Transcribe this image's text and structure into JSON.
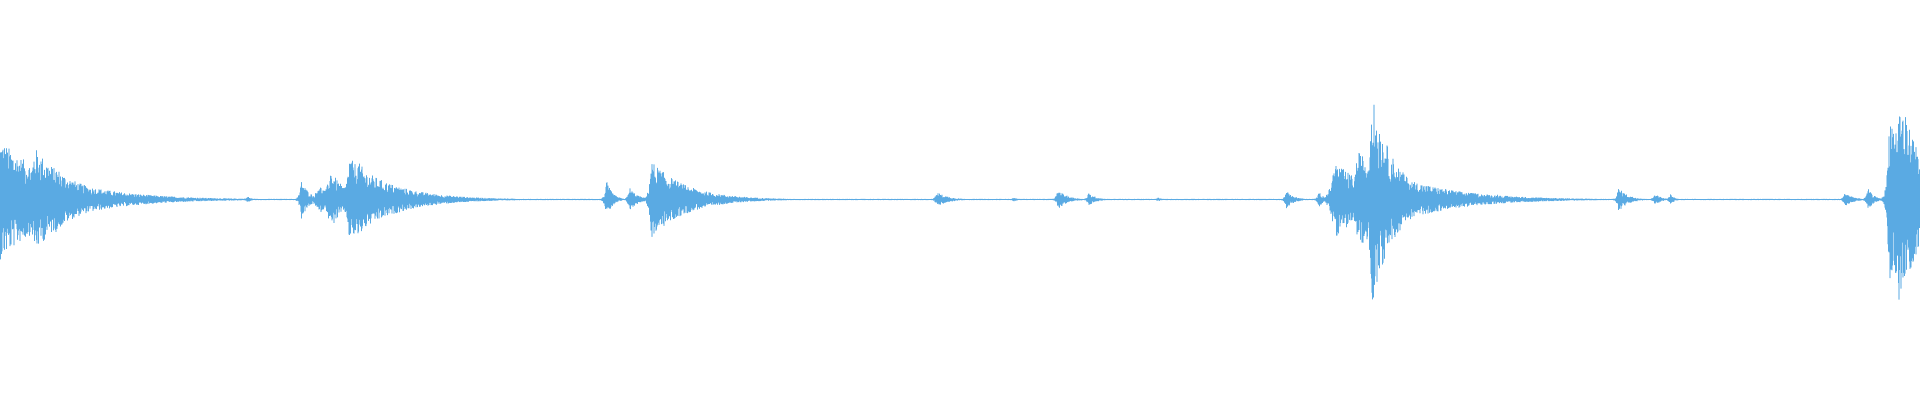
{
  "waveform": {
    "color": "#5aaae3",
    "background": "#ffffff",
    "baseline_amplitude": 0.006,
    "bursts": [
      {
        "t": 0.0,
        "peak": 0.55,
        "decay": 0.03,
        "rise": 0.002
      },
      {
        "t": 0.018,
        "peak": 0.48,
        "decay": 0.02,
        "rise": 0.003
      },
      {
        "t": 0.029,
        "peak": 0.3,
        "decay": 0.015,
        "rise": 0.002
      },
      {
        "t": 0.057,
        "peak": 0.06,
        "decay": 0.002,
        "rise": 0.001
      },
      {
        "t": 0.129,
        "peak": 0.03,
        "decay": 0.002,
        "rise": 0.001
      },
      {
        "t": 0.157,
        "peak": 0.18,
        "decay": 0.004,
        "rise": 0.001
      },
      {
        "t": 0.166,
        "peak": 0.14,
        "decay": 0.006,
        "rise": 0.002
      },
      {
        "t": 0.172,
        "peak": 0.28,
        "decay": 0.008,
        "rise": 0.002
      },
      {
        "t": 0.182,
        "peak": 0.38,
        "decay": 0.022,
        "rise": 0.002
      },
      {
        "t": 0.186,
        "peak": 0.36,
        "decay": 0.014,
        "rise": 0.002
      },
      {
        "t": 0.316,
        "peak": 0.17,
        "decay": 0.003,
        "rise": 0.001
      },
      {
        "t": 0.328,
        "peak": 0.11,
        "decay": 0.004,
        "rise": 0.001
      },
      {
        "t": 0.339,
        "peak": 0.36,
        "decay": 0.018,
        "rise": 0.001
      },
      {
        "t": 0.488,
        "peak": 0.07,
        "decay": 0.006,
        "rise": 0.001
      },
      {
        "t": 0.528,
        "peak": 0.02,
        "decay": 0.002,
        "rise": 0.001
      },
      {
        "t": 0.551,
        "peak": 0.09,
        "decay": 0.005,
        "rise": 0.001
      },
      {
        "t": 0.567,
        "peak": 0.06,
        "decay": 0.004,
        "rise": 0.001
      },
      {
        "t": 0.603,
        "peak": 0.02,
        "decay": 0.002,
        "rise": 0.001
      },
      {
        "t": 0.67,
        "peak": 0.08,
        "decay": 0.004,
        "rise": 0.001
      },
      {
        "t": 0.687,
        "peak": 0.07,
        "decay": 0.003,
        "rise": 0.001
      },
      {
        "t": 0.695,
        "peak": 0.35,
        "decay": 0.02,
        "rise": 0.002
      },
      {
        "t": 0.707,
        "peak": 0.44,
        "decay": 0.03,
        "rise": 0.002
      },
      {
        "t": 0.714,
        "peak": 1.0,
        "decay": 0.012,
        "rise": 0.001
      },
      {
        "t": 0.758,
        "peak": 0.03,
        "decay": 0.002,
        "rise": 0.001
      },
      {
        "t": 0.78,
        "peak": 0.05,
        "decay": 0.002,
        "rise": 0.001
      },
      {
        "t": 0.843,
        "peak": 0.11,
        "decay": 0.005,
        "rise": 0.001
      },
      {
        "t": 0.862,
        "peak": 0.06,
        "decay": 0.003,
        "rise": 0.001
      },
      {
        "t": 0.87,
        "peak": 0.05,
        "decay": 0.002,
        "rise": 0.001
      },
      {
        "t": 0.961,
        "peak": 0.07,
        "decay": 0.004,
        "rise": 0.001
      },
      {
        "t": 0.973,
        "peak": 0.1,
        "decay": 0.003,
        "rise": 0.001
      },
      {
        "t": 0.984,
        "peak": 0.8,
        "decay": 0.02,
        "rise": 0.001
      },
      {
        "t": 0.989,
        "peak": 0.95,
        "decay": 0.015,
        "rise": 0.001
      },
      {
        "t": 0.995,
        "peak": 0.6,
        "decay": 0.01,
        "rise": 0.001
      }
    ]
  }
}
